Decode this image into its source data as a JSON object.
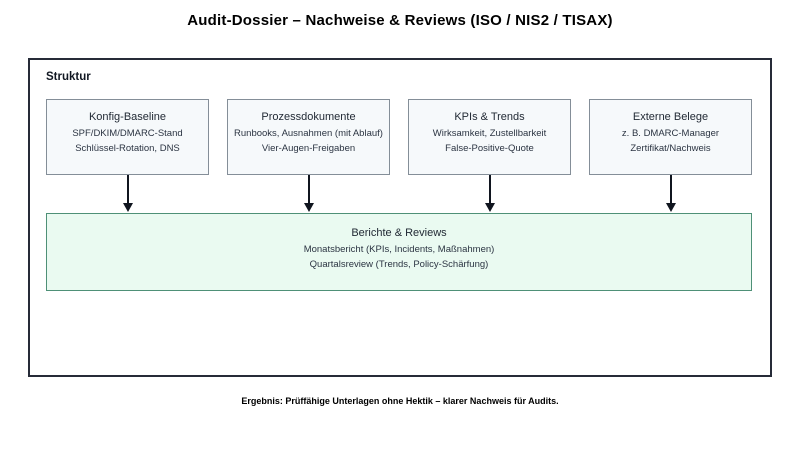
{
  "page": {
    "title": "Audit-Dossier – Nachweise & Reviews (ISO / NIS2 / TISAX)"
  },
  "diagram": {
    "frame_label": "Struktur",
    "source_boxes": [
      {
        "title": "Konfig-Baseline",
        "line1": "SPF/DKIM/DMARC-Stand",
        "line2": "Schlüssel-Rotation, DNS"
      },
      {
        "title": "Prozessdokumente",
        "line1": "Runbooks, Ausnahmen (mit Ablauf)",
        "line2": "Vier-Augen-Freigaben"
      },
      {
        "title": "KPIs & Trends",
        "line1": "Wirksamkeit, Zustellbarkeit",
        "line2": "False-Positive-Quote"
      },
      {
        "title": "Externe Belege",
        "line1": "z. B. DMARC-Manager",
        "line2": "Zertifikat/Nachweis"
      }
    ],
    "target_box": {
      "title": "Berichte & Reviews",
      "line1": "Monatsbericht (KPIs, Incidents, Maßnahmen)",
      "line2": "Quartalsreview (Trends, Policy-Schärfung)"
    },
    "colors": {
      "frame_border": "#262b38",
      "source_box_fill": "#f6f9fb",
      "source_box_border": "#848e98",
      "target_box_fill": "#eafaf1",
      "target_box_border": "#4e9077",
      "arrow": "#10151f"
    }
  },
  "footer": {
    "caption": "Ergebnis: Prüffähige Unterlagen ohne Hektik – klarer Nachweis für Audits."
  }
}
